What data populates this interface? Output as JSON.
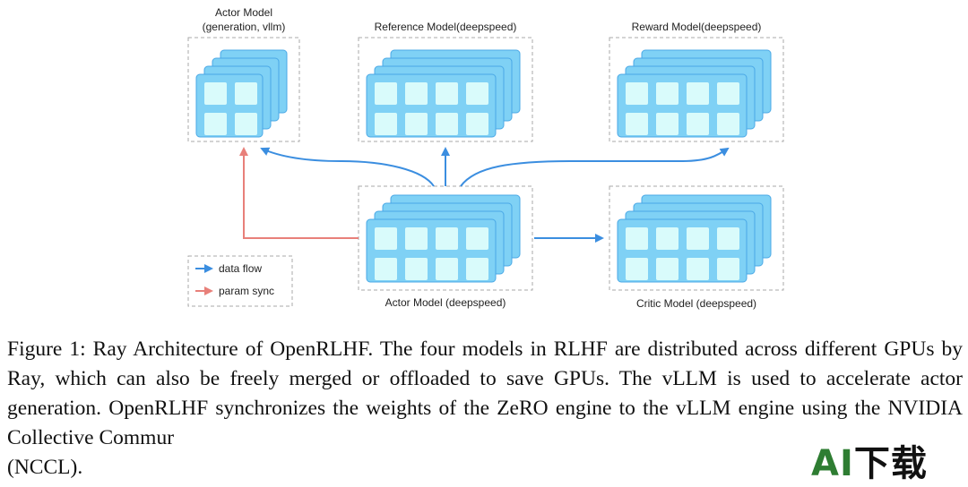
{
  "diagram": {
    "models": {
      "actor_gen": {
        "title_line1": "Actor Model",
        "title_line2": "(generation, vllm)"
      },
      "reference": {
        "title": "Reference Model(deepspeed)"
      },
      "reward": {
        "title": "Reward Model(deepspeed)"
      },
      "actor_train": {
        "title": "Actor Model (deepspeed)"
      },
      "critic": {
        "title": "Critic Model (deepspeed)"
      }
    },
    "legend": {
      "data_flow": "data flow",
      "param_sync": "param sync"
    },
    "colors": {
      "data_flow": "#3b8ee0",
      "param_sync": "#e8807a",
      "gpu_card_fill": "#7fd1f5",
      "gpu_card_border": "#4aa8e6",
      "gpu_cell": "#d9fbfb",
      "box_dash": "#aaaaaa"
    }
  },
  "caption": "Figure 1: Ray Architecture of OpenRLHF. The four models in RLHF are distributed across different GPUs by Ray, which can also be freely merged or offloaded to save GPUs. The vLLM is used to accelerate actor generation. OpenRLHF synchronizes the weights of the ZeRO engine to the vLLM engine using the NVIDIA Collective Commur",
  "caption_end": "(NCCL).",
  "watermark": {
    "a": "A",
    "i": "I",
    "rest": "下载"
  }
}
